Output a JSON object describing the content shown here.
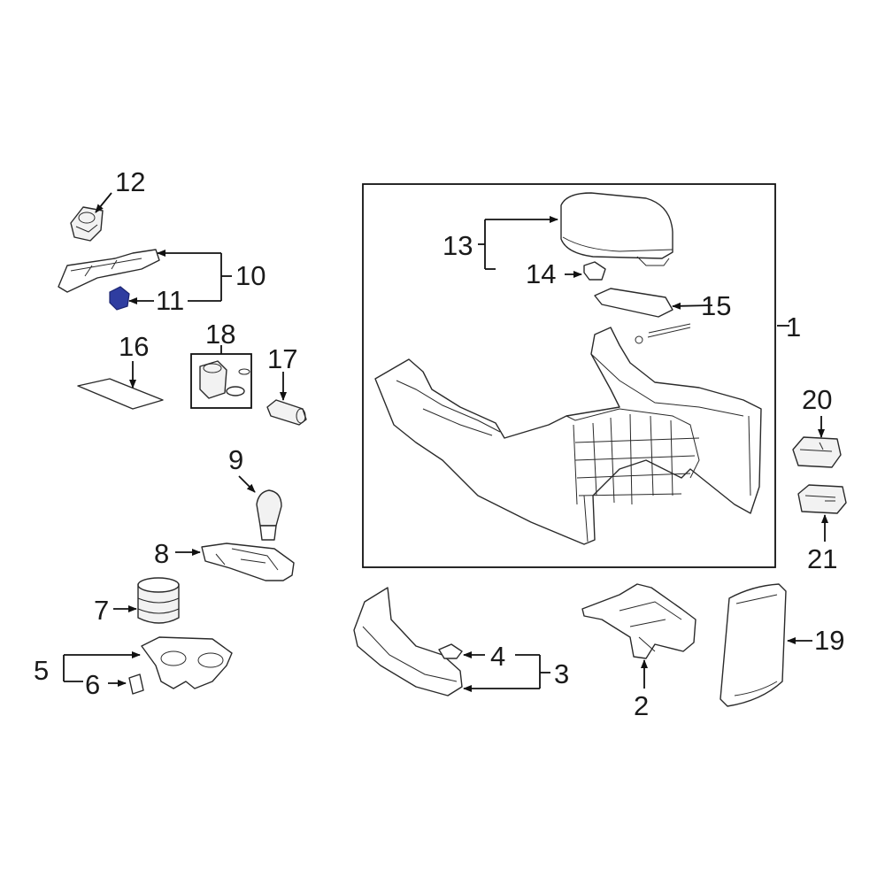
{
  "diagram": {
    "accent_color": "#2f3da0",
    "callouts": [
      "1",
      "2",
      "3",
      "4",
      "5",
      "6",
      "7",
      "8",
      "9",
      "10",
      "11",
      "12",
      "13",
      "14",
      "15",
      "16",
      "17",
      "18",
      "19",
      "20",
      "21"
    ],
    "highlighted_part": "11"
  }
}
